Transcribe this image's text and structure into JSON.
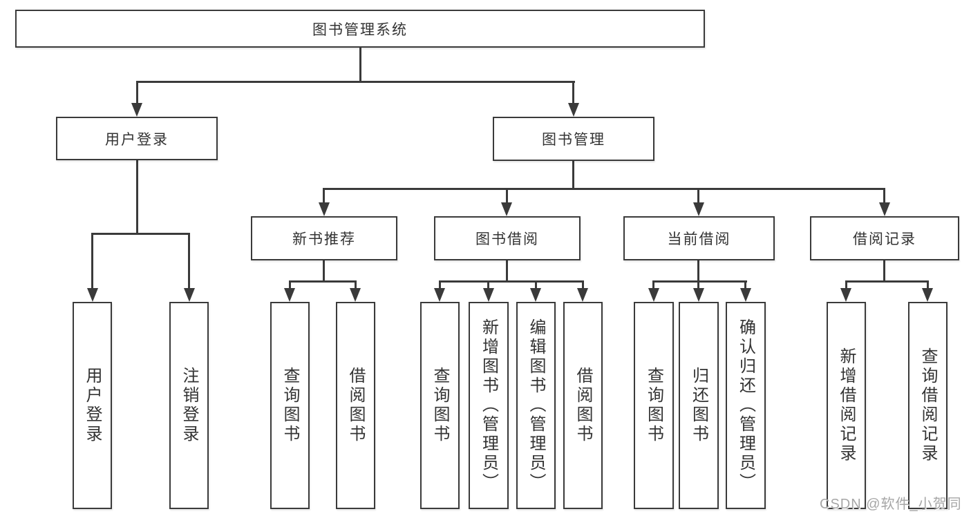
{
  "tree": {
    "label": "图书管理系统",
    "children": [
      {
        "label": "用户登录",
        "children": [
          {
            "label": "用户登录"
          },
          {
            "label": "注销登录"
          }
        ]
      },
      {
        "label": "图书管理",
        "children": [
          {
            "label": "新书推荐",
            "children": [
              {
                "label": "查询图书"
              },
              {
                "label": "借阅图书"
              }
            ]
          },
          {
            "label": "图书借阅",
            "children": [
              {
                "label": "查询图书"
              },
              {
                "label": "新增图书（管理员）"
              },
              {
                "label": "编辑图书（管理员）"
              },
              {
                "label": "借阅图书"
              }
            ]
          },
          {
            "label": "当前借阅",
            "children": [
              {
                "label": "查询图书"
              },
              {
                "label": "归还图书"
              },
              {
                "label": "确认归还（管理员）"
              }
            ]
          },
          {
            "label": "借阅记录",
            "children": [
              {
                "label": "新增借阅记录"
              },
              {
                "label": "查询借阅记录"
              }
            ]
          }
        ]
      }
    ]
  },
  "watermark": "CSDN @软件_小贺同学",
  "colors": {
    "background": "#ffffff",
    "line": "#3a3a3a",
    "box_border": "#3a3a3a",
    "text": "#333333",
    "watermark": "#a6a6a6"
  }
}
